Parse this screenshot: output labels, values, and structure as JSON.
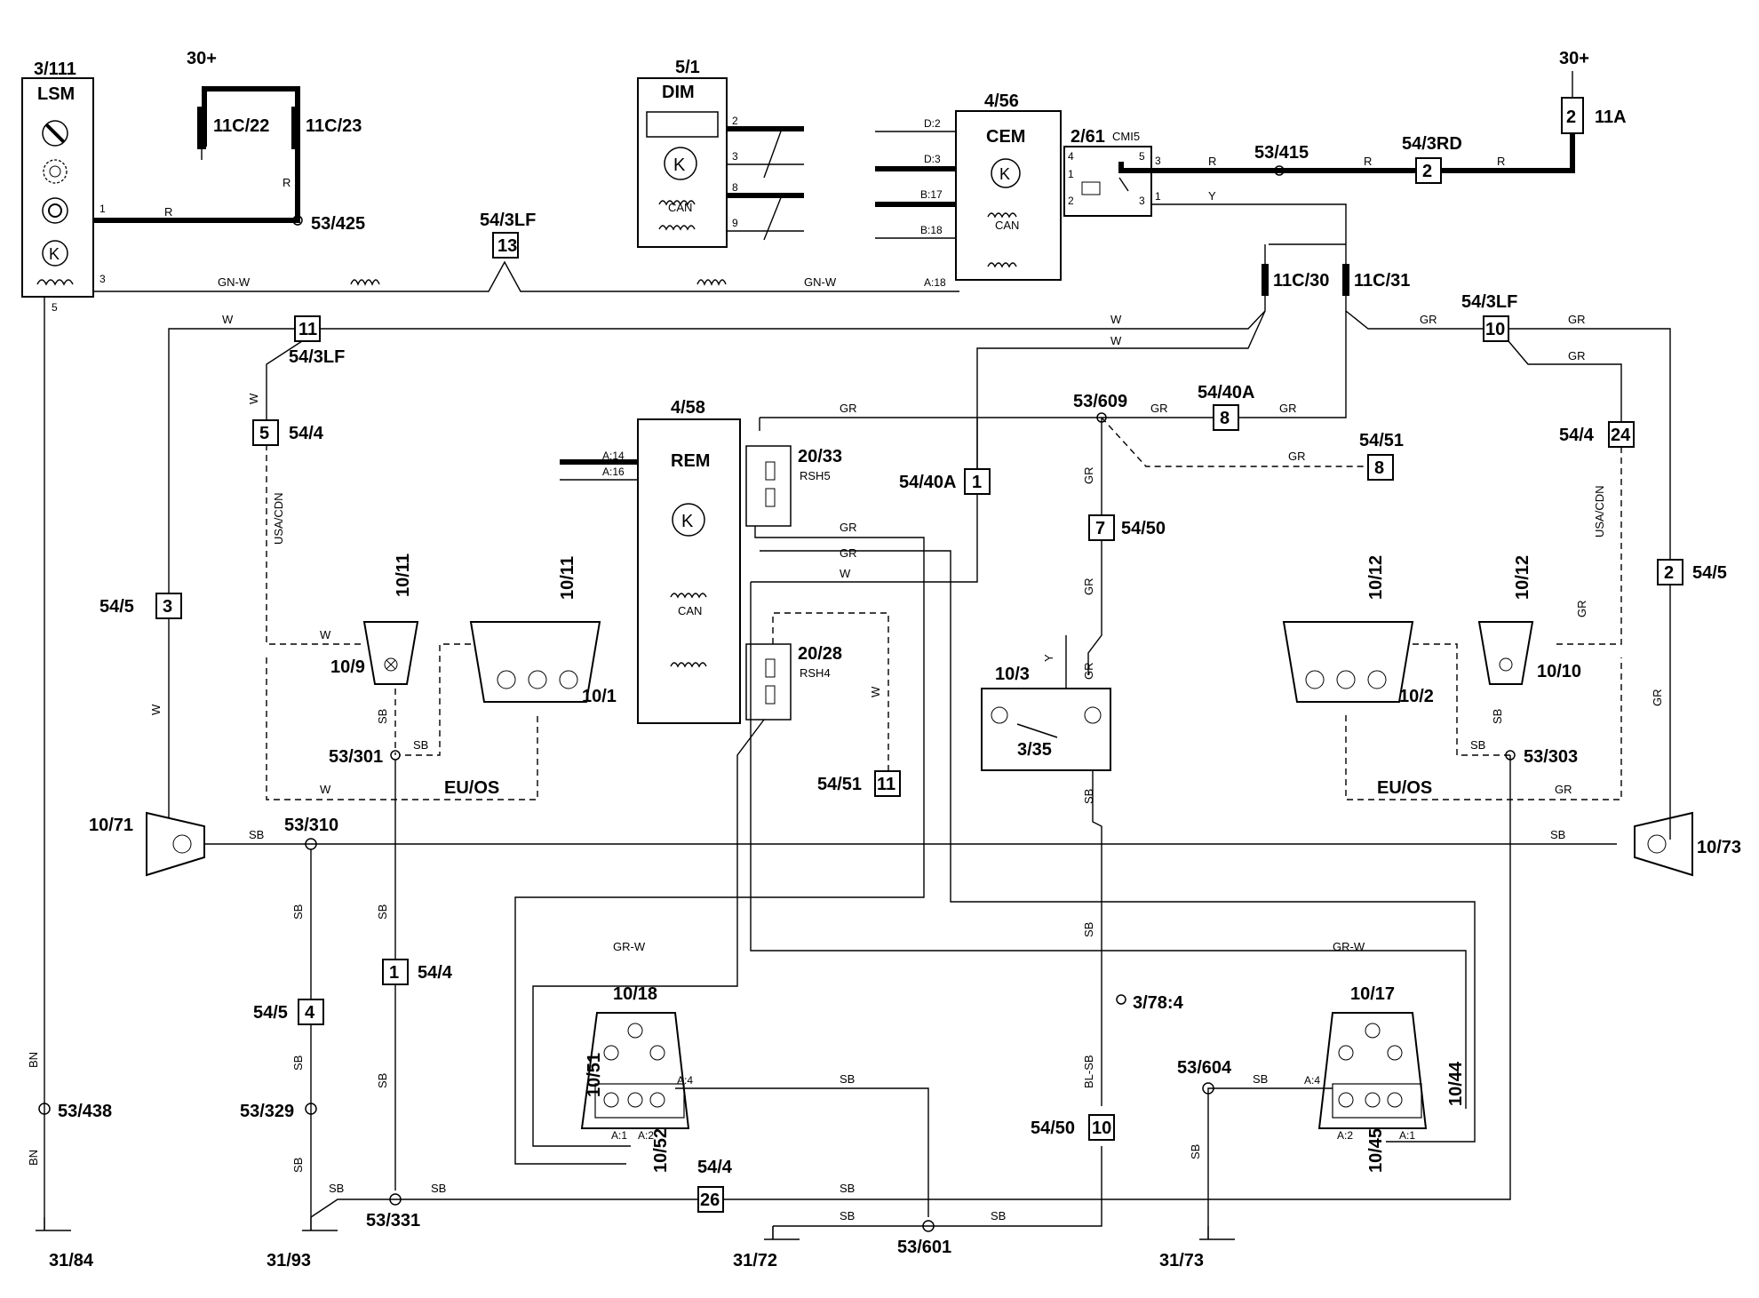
{
  "modules": {
    "lsm": {
      "id": "3/111",
      "name": "LSM"
    },
    "dim": {
      "id": "5/1",
      "name": "DIM",
      "can": "CAN"
    },
    "cem": {
      "id": "4/56",
      "name": "CEM",
      "can": "CAN"
    },
    "rem": {
      "id": "4/58",
      "name": "REM",
      "can": "CAN"
    },
    "cmi5": {
      "id": "2/61",
      "name": "CMI5"
    }
  },
  "supply": {
    "left": "30+",
    "right": "30+"
  },
  "fuses": {
    "f22": "11C/22",
    "f23": "11C/23",
    "f30": "11C/30",
    "f31": "11C/31",
    "f11a": "11A",
    "f11a_num": "2"
  },
  "splices": {
    "s425": "53/425",
    "s415": "53/415",
    "s609": "53/609",
    "s301": "53/301",
    "s303": "53/303",
    "s310": "53/310",
    "s329": "53/329",
    "s331": "53/331",
    "s438": "53/438",
    "s601": "53/601",
    "s604": "53/604",
    "s378": "3/78:4"
  },
  "connectors": [
    {
      "num": "13",
      "label": "54/3LF"
    },
    {
      "num": "2",
      "label": "54/3RD"
    },
    {
      "num": "11",
      "label": "54/3LF"
    },
    {
      "num": "10",
      "label": "54/3LF"
    },
    {
      "num": "5",
      "label": "54/4"
    },
    {
      "num": "24",
      "label": "54/4"
    },
    {
      "num": "8",
      "label": "54/40A"
    },
    {
      "num": "1",
      "label": "54/40A"
    },
    {
      "num": "8",
      "label": "54/51"
    },
    {
      "num": "11",
      "label": "54/51"
    },
    {
      "num": "7",
      "label": "54/50"
    },
    {
      "num": "10",
      "label": "54/50"
    },
    {
      "num": "3",
      "label": "54/5"
    },
    {
      "num": "2",
      "label": "54/5"
    },
    {
      "num": "4",
      "label": "54/5"
    },
    {
      "num": "1",
      "label": "54/4"
    },
    {
      "num": "26",
      "label": "54/4"
    }
  ],
  "lamps": {
    "l1011a": "10/11",
    "l1011b": "10/11",
    "l109": "10/9",
    "l101": "10/1",
    "l1012a": "10/12",
    "l1012b": "10/12",
    "l102": "10/2",
    "l1010": "10/10",
    "l1071": "10/71",
    "l1073": "10/73",
    "l1018": "10/18",
    "l1017": "10/17",
    "l1051": "10/51",
    "l1052": "10/52",
    "l1044": "10/44",
    "l1045": "10/45",
    "l103": "10/3",
    "sw335": "3/35"
  },
  "resistors": {
    "r2033": "20/33",
    "rsh5": "RSH5",
    "r2028": "20/28",
    "rsh4": "RSH4"
  },
  "markets": {
    "usa_left": "USA/CDN",
    "usa_right": "USA/CDN",
    "eu_left": "EU/OS",
    "eu_right": "EU/OS"
  },
  "grounds": {
    "g84": "31/84",
    "g93": "31/93",
    "g72": "31/72",
    "g73": "31/73"
  },
  "pins": {
    "d2": "D:2",
    "d3": "D:3",
    "b17": "B:17",
    "b18": "B:18",
    "a18": "A:18",
    "a14": "A:14",
    "a16": "A:16",
    "a4": "A:4",
    "a1": "A:1",
    "a2": "A:2"
  },
  "wire_colors": {
    "r": "R",
    "gnw": "GN-W",
    "w": "W",
    "gr": "GR",
    "sb": "SB",
    "bn": "BN",
    "y": "Y",
    "grw": "GR-W",
    "blsb": "BL-SB"
  }
}
